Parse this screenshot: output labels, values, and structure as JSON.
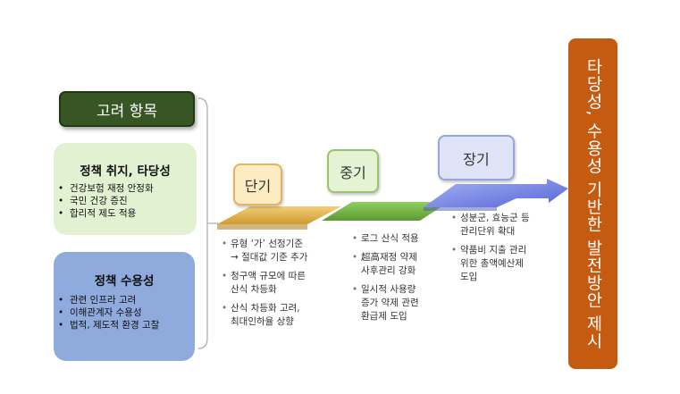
{
  "header": {
    "label": "고려 항목"
  },
  "policy_purpose": {
    "title": "정책 취지, 타당성",
    "items": [
      "건강보험 재정 안정화",
      "국민 건강 증진",
      "합리적 제도 적용"
    ]
  },
  "policy_acceptance": {
    "title": "정책 수용성",
    "items": [
      "관련 인프라 고려",
      "이해관계자 수용성",
      "법적, 제도적 환경 고찰"
    ]
  },
  "stages": [
    {
      "label": "단기",
      "actions": [
        [
          "유형 ‘가’ 선정기준",
          "→ 절대값 기준 추가"
        ],
        [
          "청구액 규모에 따른",
          "산식 차등화"
        ],
        [
          "산식 차등화 고려,",
          "최대인하율 상향"
        ]
      ]
    },
    {
      "label": "중기",
      "actions": [
        [
          "로그 산식 적용"
        ],
        [
          "超高재정 약제",
          "사후관리 강화"
        ],
        [
          "일시적 사용량",
          "증가 약제 관련",
          "환급제 도입"
        ]
      ]
    },
    {
      "label": "장기",
      "actions": [
        [
          "성분군, 효능군 등",
          "관리단위 확대"
        ],
        [
          "약품비 지출 관리",
          "위한 총액예산제",
          "도입"
        ]
      ]
    }
  ],
  "result": {
    "label": "타당성, 수용성 기반한 발전방안 제시"
  },
  "colors": {
    "header_bg": "#375623",
    "purpose_bg": "#e3f1d3",
    "acceptance_bg": "#8faadc",
    "short_step": "#e3b04b",
    "mid_step": "#70ad47",
    "long_arrow": "#6f7fdc",
    "result_bg": "#c55a11"
  }
}
